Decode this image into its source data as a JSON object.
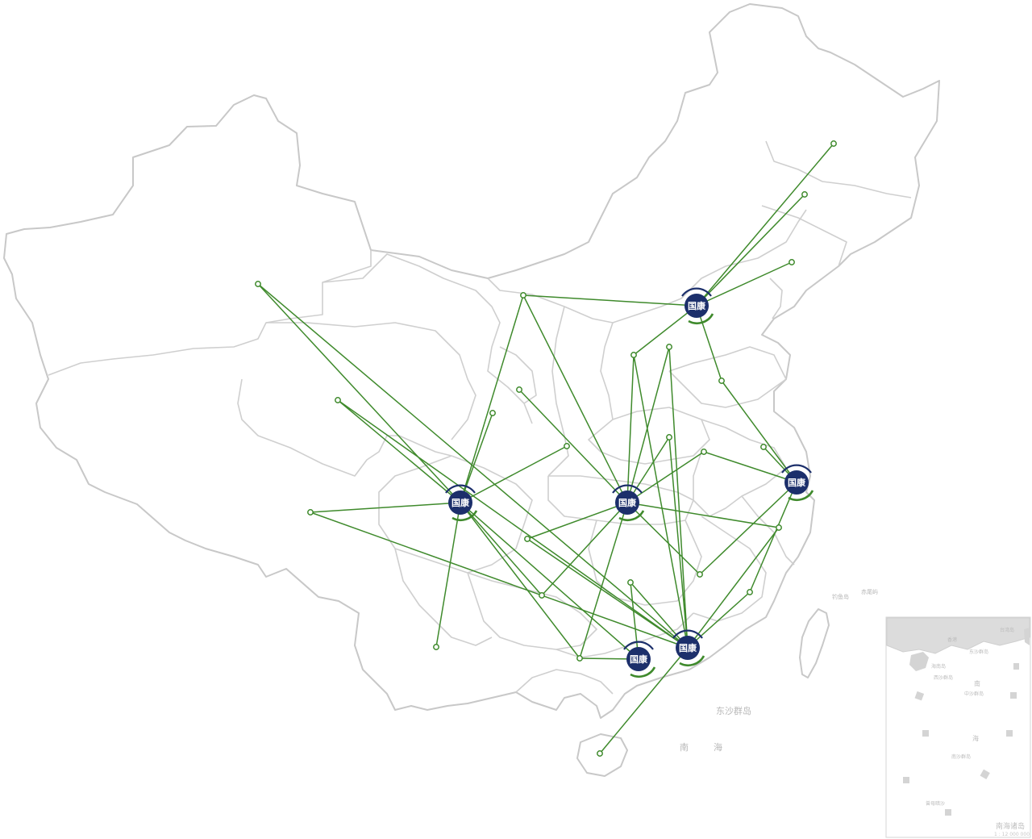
{
  "map": {
    "title": "",
    "hub_logo_text": "国康",
    "colors": {
      "route": "#3f8a2c",
      "hub": "#1c2f6b",
      "border": "#c8c8c8"
    },
    "sea_labels": {
      "dongsha": "东沙群岛",
      "nanhai_1": "南",
      "nanhai_2": "海",
      "diaoyu": "钓鱼岛",
      "chiwei": "赤尾屿"
    },
    "inset": {
      "title": "南海诸岛",
      "scale": "1 : 12 000 000",
      "labels": {
        "xiangg": "香港",
        "taiwan": "台湾岛",
        "dongsha": "东沙群岛",
        "hainan": "海南岛",
        "xisha": "西沙群岛",
        "zhongsha": "中沙群岛",
        "nan": "南",
        "hai": "海",
        "nansha": "南沙群岛",
        "zengmu": "曾母暗沙"
      }
    },
    "hubs": [
      {
        "id": "beijing",
        "name": "国康"
      },
      {
        "id": "chengdu",
        "name": "国康"
      },
      {
        "id": "wuhan",
        "name": "国康"
      },
      {
        "id": "shanghai",
        "name": "国康"
      },
      {
        "id": "guangzhou",
        "name": "国康"
      },
      {
        "id": "guangxi",
        "name": "国康"
      }
    ]
  }
}
